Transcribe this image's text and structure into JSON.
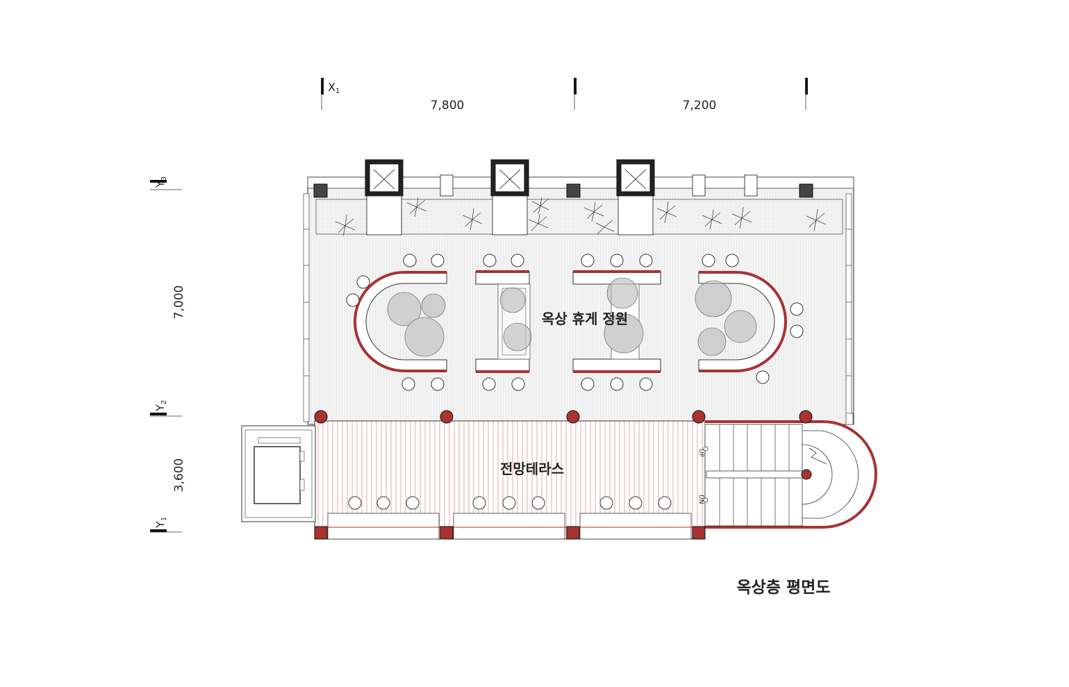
{
  "axes": {
    "x1": "X",
    "x1_sub": "1",
    "y1": "Y",
    "y1_sub": "1",
    "y2": "Y",
    "y2_sub": "2",
    "y3": "Y",
    "y3_sub": "3"
  },
  "dimensions": {
    "x_span_1": "7,800",
    "x_span_2": "7,200",
    "y_span_upper": "7,000",
    "y_span_lower": "3,600"
  },
  "rooms": {
    "garden": "옥상 휴게 정원",
    "terrace": "전망테라스"
  },
  "stair": {
    "up": "UP",
    "down": "DN"
  },
  "title": "옥상층 평면도",
  "colors": {
    "accent_red": "#a93232",
    "terrace_line": "#e6a8a8",
    "line": "#333333",
    "tree_fill": "#d0d0d0"
  }
}
